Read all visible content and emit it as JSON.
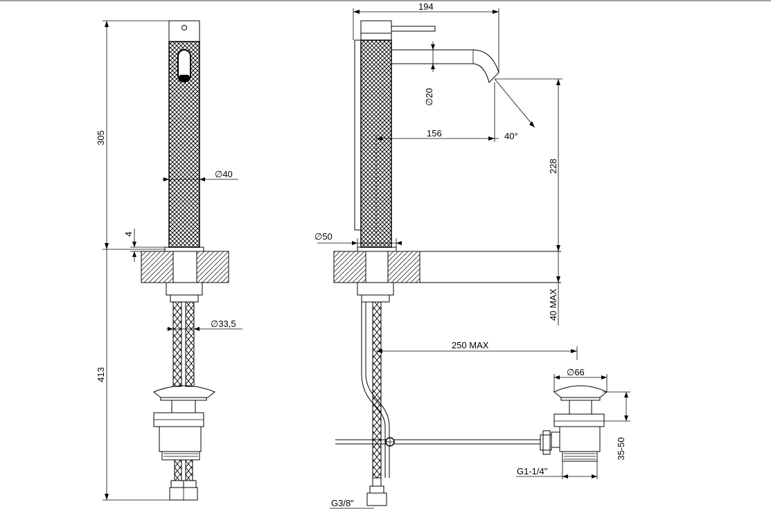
{
  "dimensions": {
    "front_height_body": "305",
    "front_height_under": "413",
    "front_body_diameter": "∅40",
    "front_flange_thickness": "4",
    "front_hose_diameter": "∅33,5",
    "side_projection": "194",
    "side_spout_diameter": "∅20",
    "side_reach": "156",
    "side_spout_angle": "40°",
    "side_spout_height": "228",
    "side_base_diameter": "∅50",
    "side_counter_max": "40 MAX",
    "side_hose_max": "250 MAX",
    "waste_diameter": "∅66",
    "waste_thread": "G1-1/4\"",
    "waste_height_range": "35-50",
    "hose_thread": "G3/8\""
  },
  "colors": {
    "line": "#000000",
    "background": "#ffffff"
  }
}
